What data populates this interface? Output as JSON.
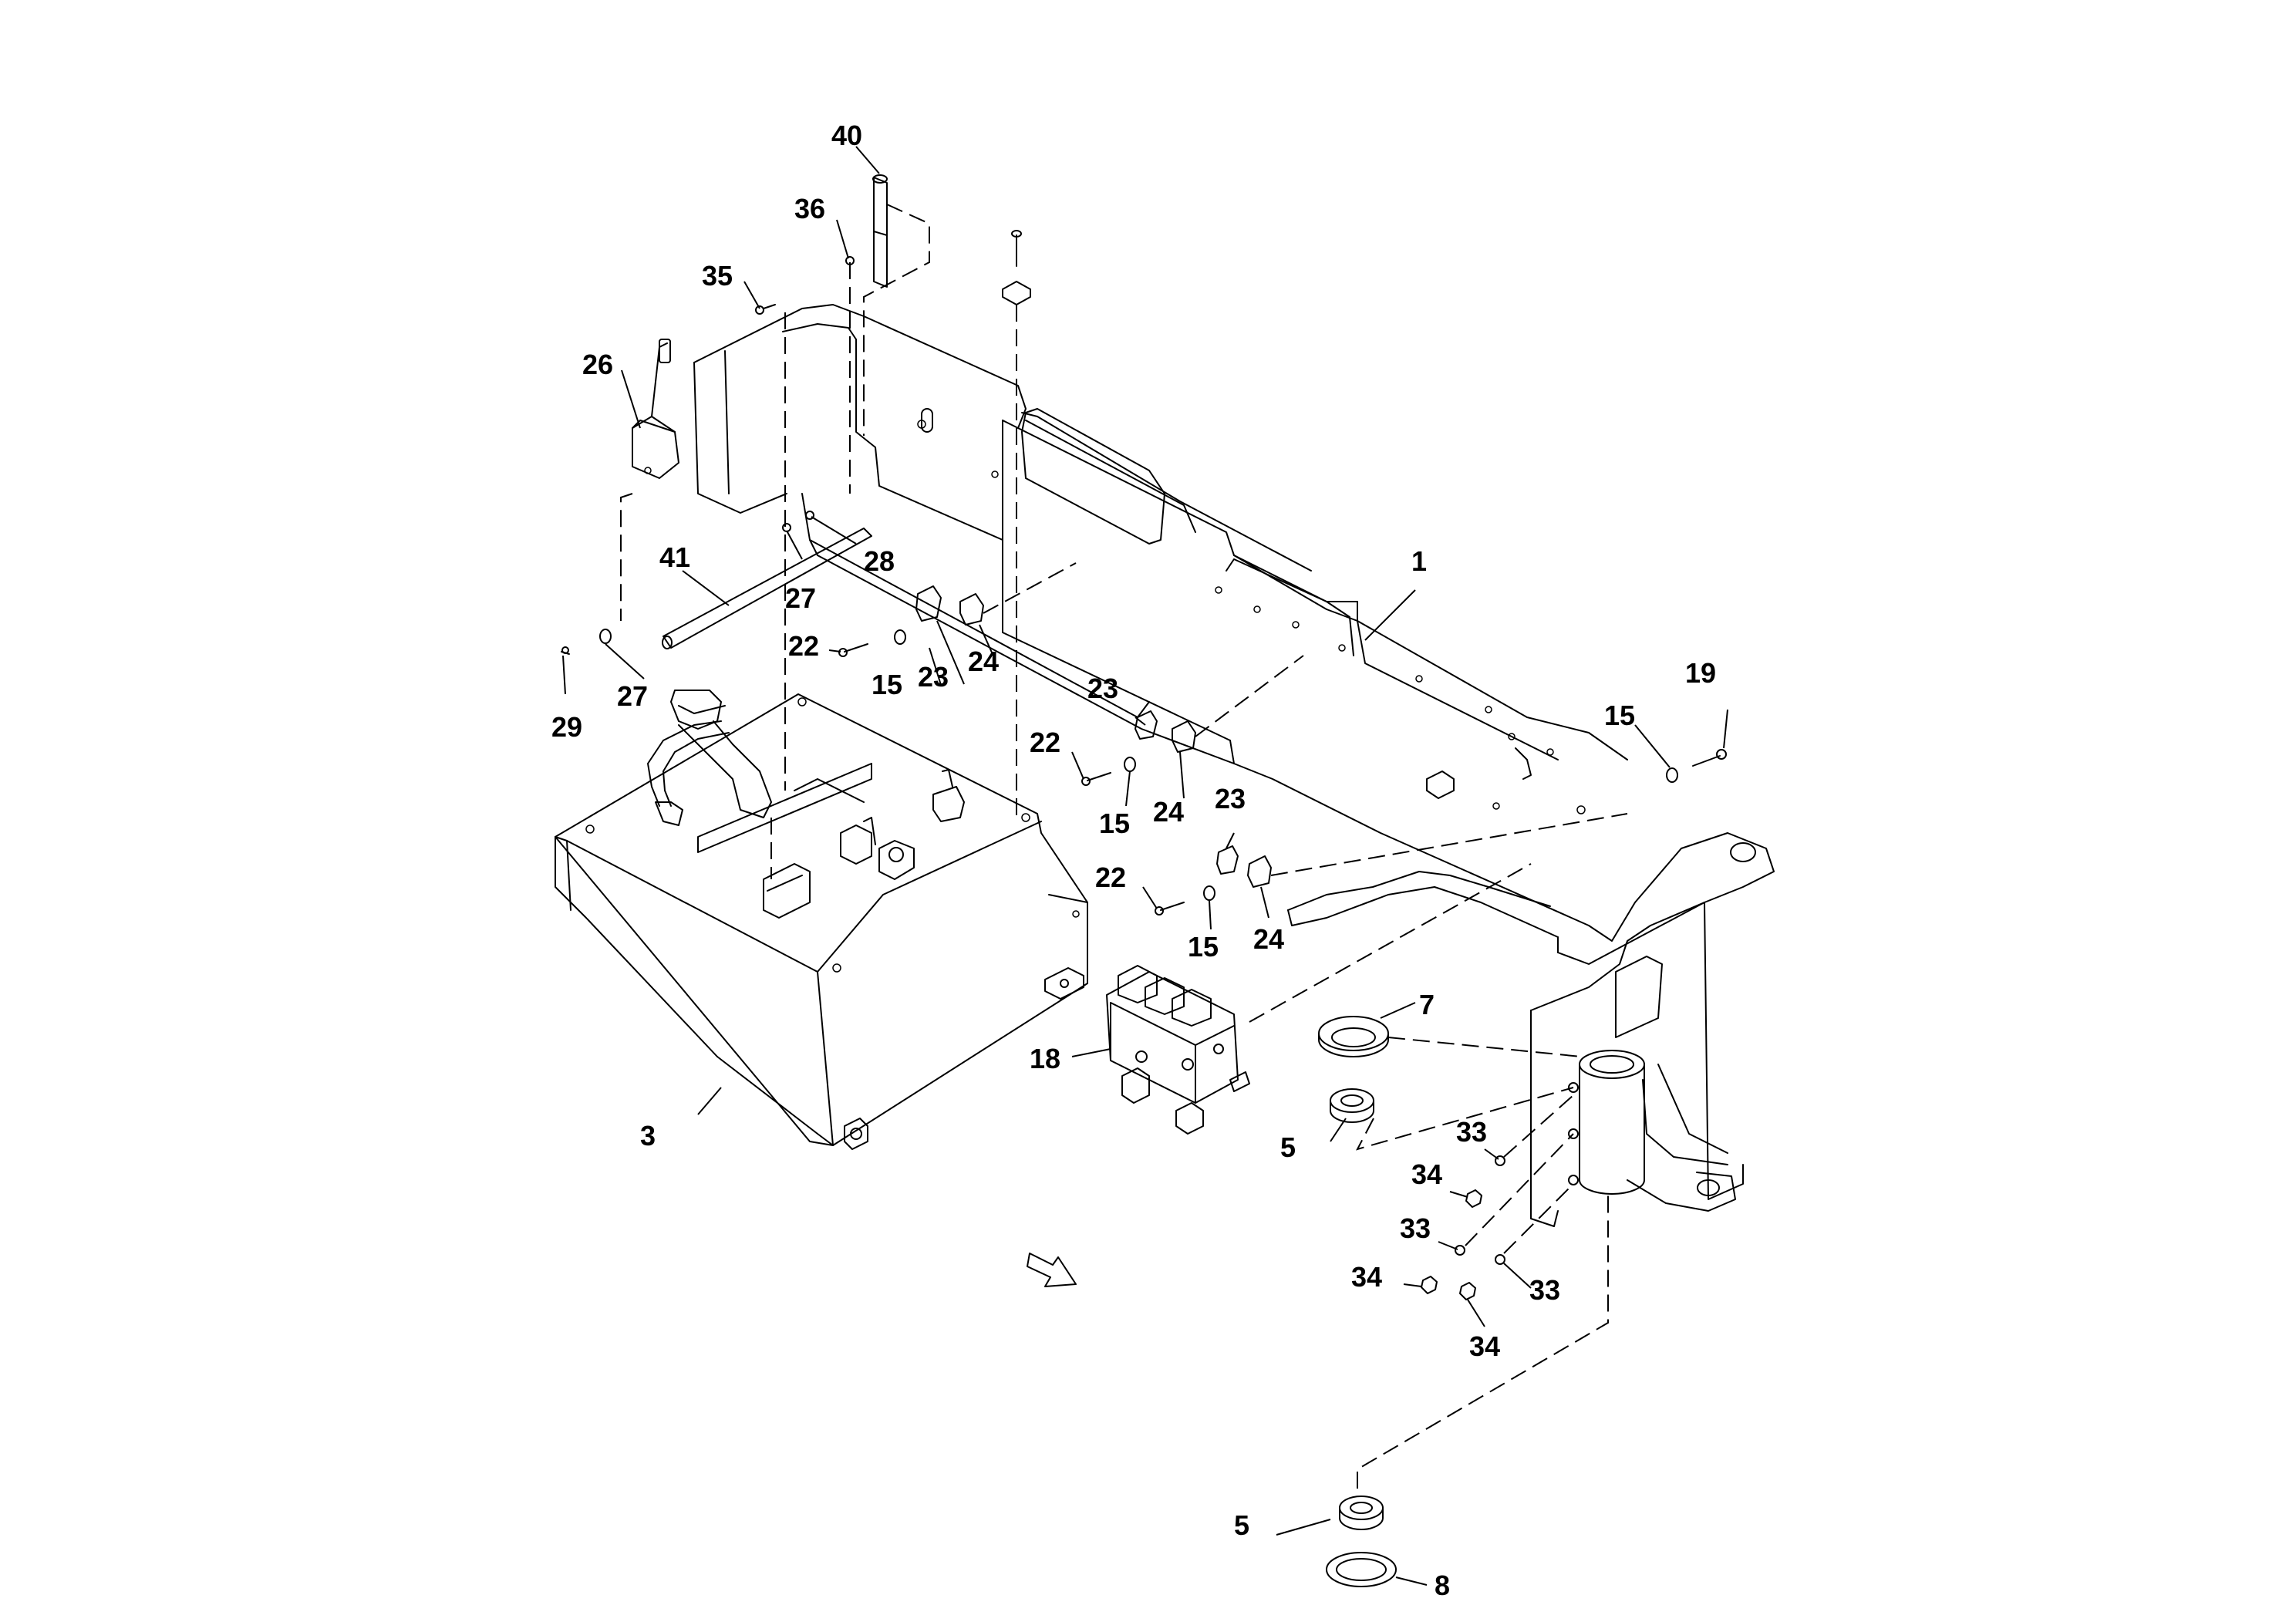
{
  "callouts": {
    "c1": "1",
    "c3": "3",
    "c5a": "5",
    "c5b": "5",
    "c7": "7",
    "c8": "8",
    "c15a": "15",
    "c15b": "15",
    "c15c": "15",
    "c15d": "15",
    "c18": "18",
    "c19": "19",
    "c22a": "22",
    "c22b": "22",
    "c22c": "22",
    "c23a": "23",
    "c23b": "23",
    "c23c": "23",
    "c24a": "24",
    "c24b": "24",
    "c24c": "24",
    "c26": "26",
    "c27a": "27",
    "c27b": "27",
    "c28": "28",
    "c29": "29",
    "c33a": "33",
    "c33b": "33",
    "c33c": "33",
    "c34a": "34",
    "c34b": "34",
    "c34c": "34",
    "c35": "35",
    "c36": "36",
    "c40": "40",
    "c41": "41"
  },
  "icons": {
    "direction_arrow": "arrow-icon"
  }
}
